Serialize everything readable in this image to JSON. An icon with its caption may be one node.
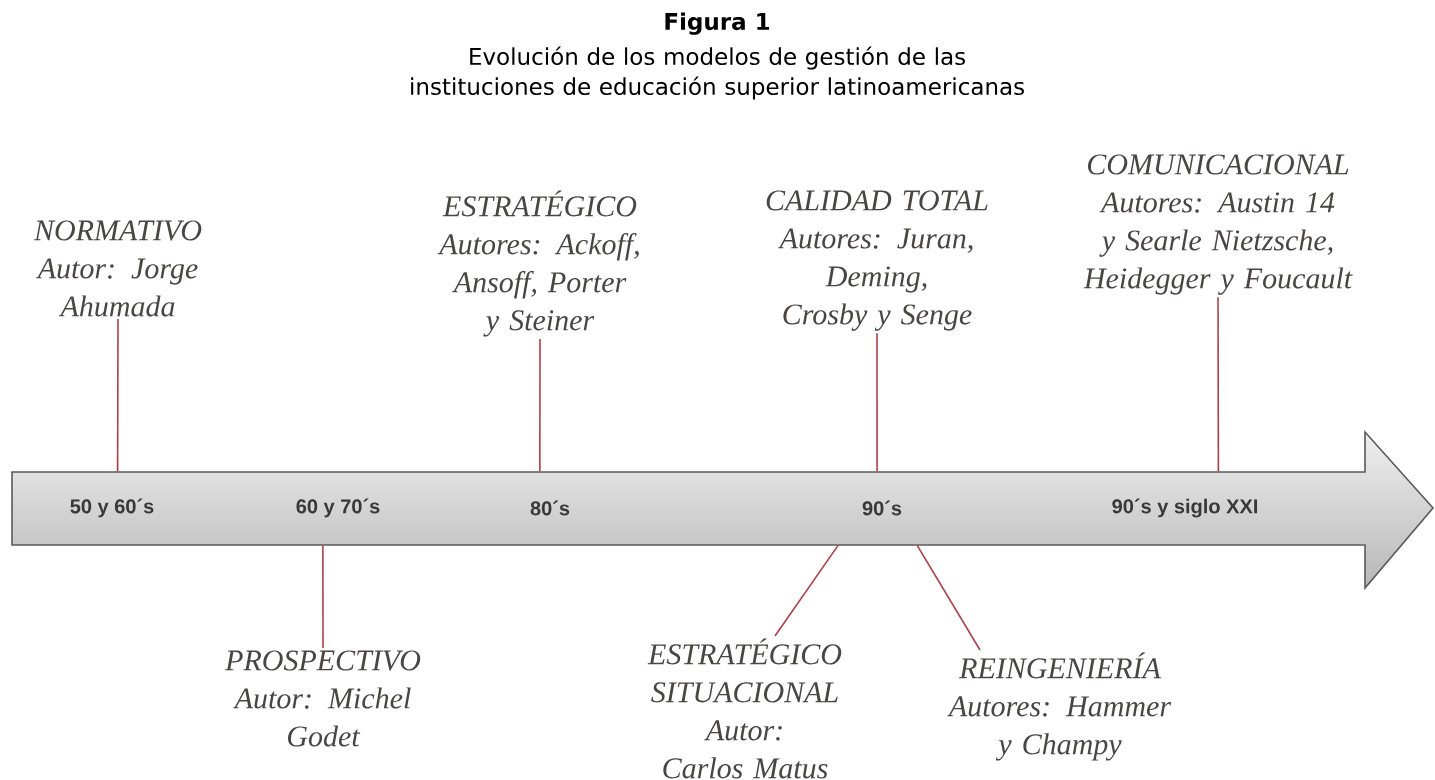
{
  "diagram": {
    "title": "Figura 1",
    "caption": "Evolución de los modelos de gestión de las instituciones de educación superior latinoamericanas",
    "nodes": [
      {
        "text": [],
        "shape": "arrow"
      },
      {
        "text": [
          "NORMATIVO",
          "Autor: Jorge Ahumada"
        ]
      },
      {
        "text": [
          "PROSPECTIVO",
          "Autor: Michel Godet"
        ]
      },
      {
        "text": [
          "ESTRATÉGICO",
          "Autores: Ackoff, Ansoff, Porter y Steiner"
        ]
      },
      {
        "text": [
          "ESTRATÉGICO SITUACIONAL",
          "Autor: Carlos Matus"
        ]
      },
      {
        "text": [
          "CALIDAD TOTAL",
          "Autores: Juran, Deming, Crosby y Senge"
        ]
      },
      {
        "text": [
          "REINGENIERÍA",
          "Autores: Hammer y Champy"
        ]
      },
      {
        "text": [
          "COMUNICACIONAL",
          "Autores: Austin 14 y Searle Nietzsche, Heidegger y Foucault"
        ]
      }
    ],
    "edges": [
      {
        "from": 1,
        "to": 0,
        "arrow": "none"
      },
      {
        "from": 2,
        "to": 0,
        "arrow": "none"
      },
      {
        "from": 3,
        "to": 0,
        "arrow": "none"
      },
      {
        "from": 4,
        "to": 0,
        "arrow": "none"
      },
      {
        "from": 5,
        "to": 0,
        "arrow": "none"
      },
      {
        "from": 6,
        "to": 0,
        "arrow": "none"
      },
      {
        "from": 7,
        "to": 0,
        "arrow": "none"
      }
    ],
    "labels": [
      "50 y 60´s",
      "60 y 70´s",
      "80´s",
      "90´s",
      "90´s y siglo XXI"
    ]
  }
}
